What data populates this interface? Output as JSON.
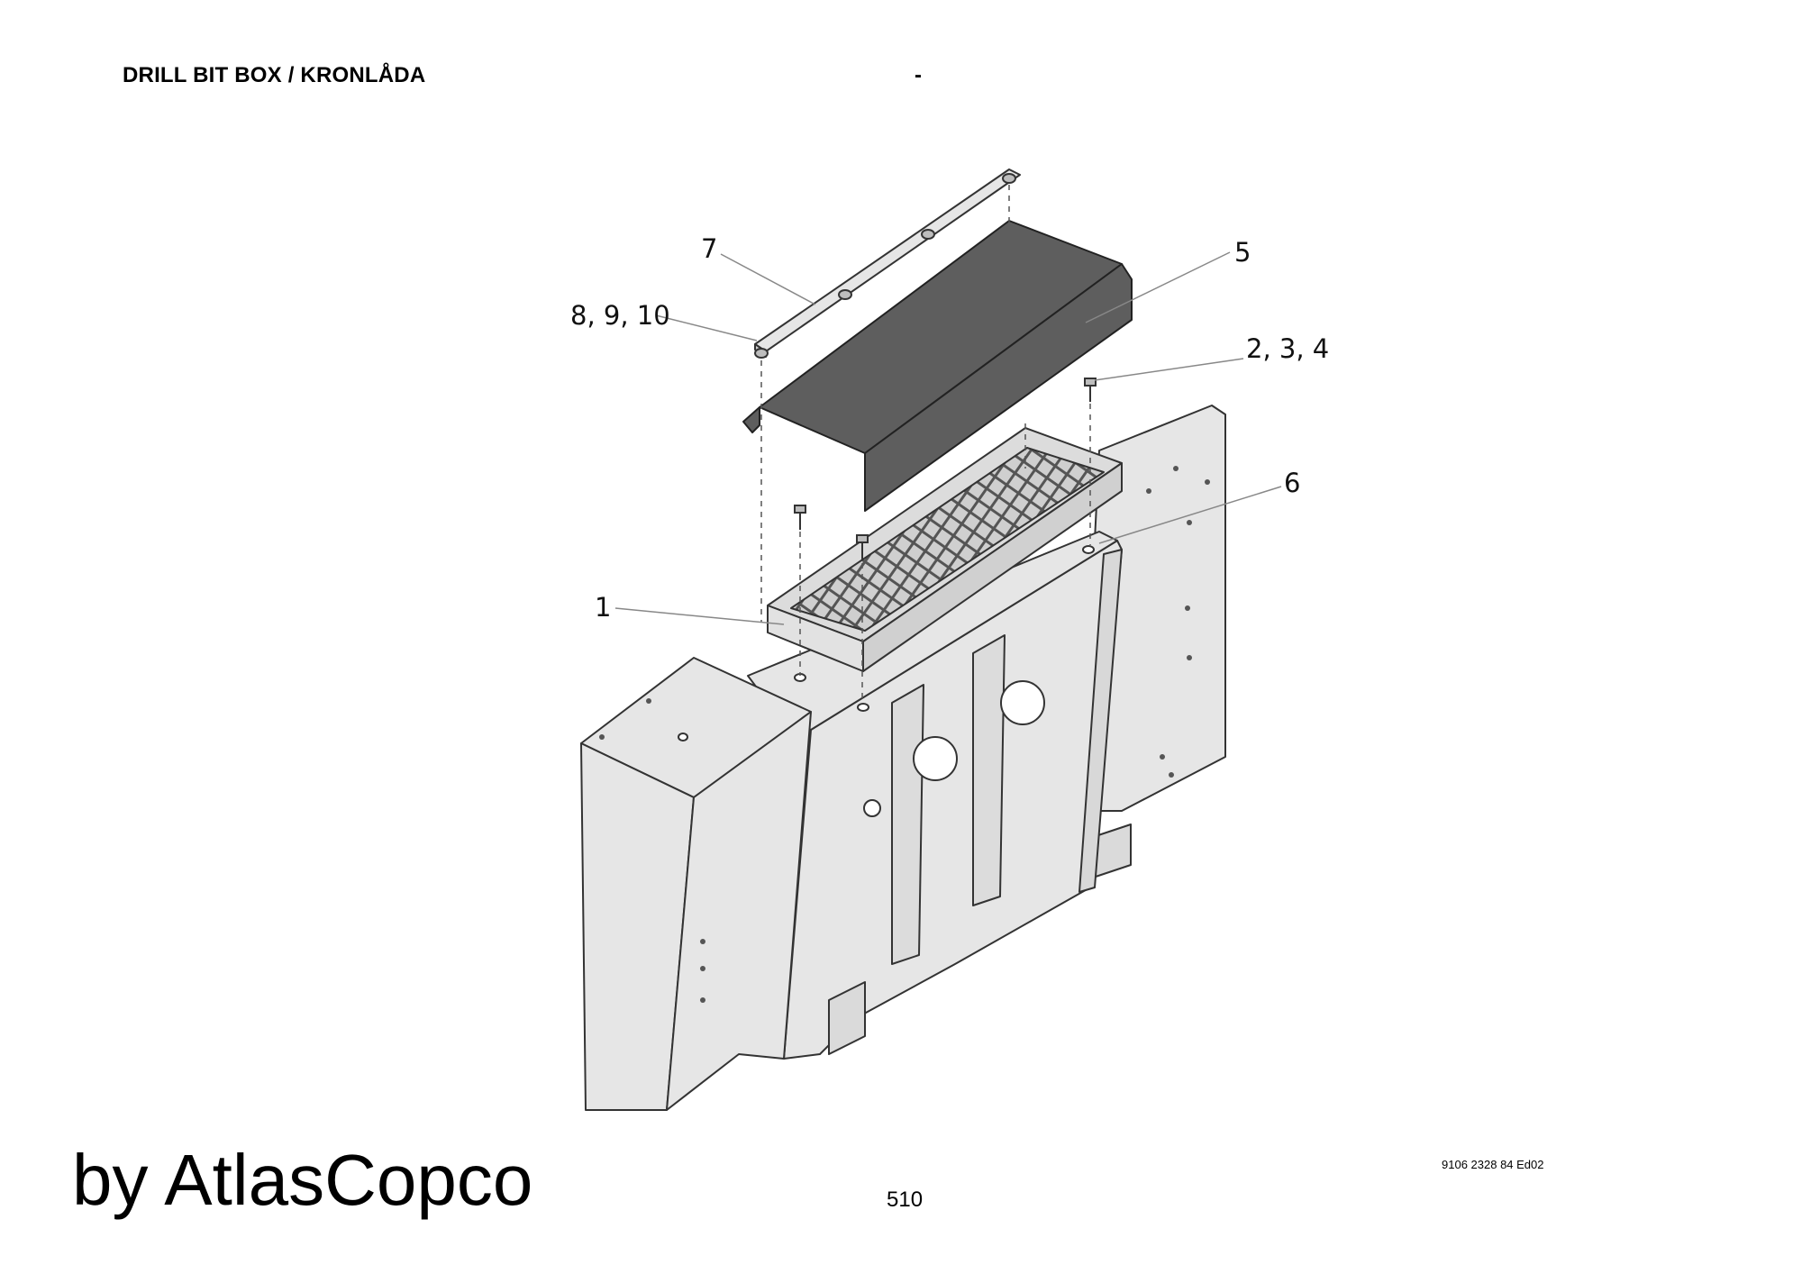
{
  "header": {
    "title": "DRILL BIT BOX / KRONLÅDA",
    "separator": "-"
  },
  "diagram": {
    "callouts": [
      {
        "id": "c7",
        "text": "7"
      },
      {
        "id": "c5",
        "text": "5"
      },
      {
        "id": "c8910",
        "text": "8, 9, 10"
      },
      {
        "id": "c234",
        "text": "2, 3, 4"
      },
      {
        "id": "c6",
        "text": "6"
      },
      {
        "id": "c1",
        "text": "1"
      }
    ],
    "colors": {
      "cover": "#5e5e5e",
      "body": "#e6e6e6",
      "outline": "#333333",
      "tray": "#dcdcdc",
      "mesh": "#6a6a6a"
    }
  },
  "footer": {
    "brand": "by AtlasCopco",
    "page_number": "510",
    "doc_number": "9106 2328 84 Ed02"
  }
}
